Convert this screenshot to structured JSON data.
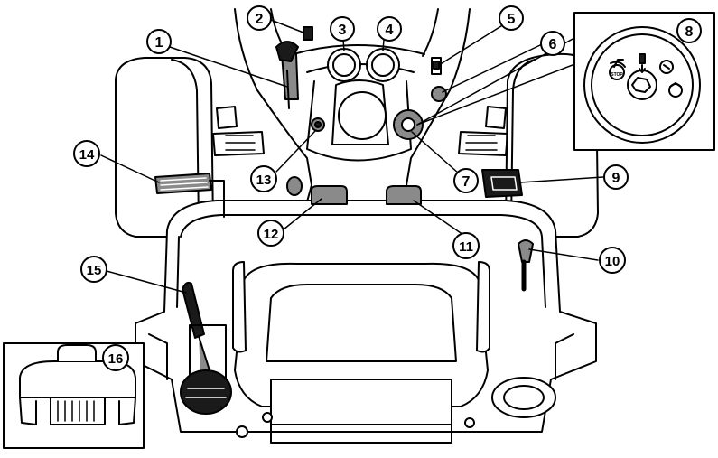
{
  "callouts": [
    {
      "id": "1",
      "label": "1"
    },
    {
      "id": "2",
      "label": "2"
    },
    {
      "id": "3",
      "label": "3"
    },
    {
      "id": "4",
      "label": "4"
    },
    {
      "id": "5",
      "label": "5"
    },
    {
      "id": "6",
      "label": "6"
    },
    {
      "id": "7",
      "label": "7"
    },
    {
      "id": "8",
      "label": "8"
    },
    {
      "id": "9",
      "label": "9"
    },
    {
      "id": "10",
      "label": "10"
    },
    {
      "id": "11",
      "label": "11"
    },
    {
      "id": "12",
      "label": "12"
    },
    {
      "id": "13",
      "label": "13"
    },
    {
      "id": "14",
      "label": "14"
    },
    {
      "id": "15",
      "label": "15"
    },
    {
      "id": "16",
      "label": "16"
    }
  ],
  "ignition_inset": {
    "stop_label": "STOP"
  },
  "colors": {
    "line": "#000000",
    "tire_fill": "#ffffff",
    "dark_part": "#1a1a1a",
    "mid_gray": "#8a8a8a",
    "light_gray": "#d8d8d8"
  }
}
